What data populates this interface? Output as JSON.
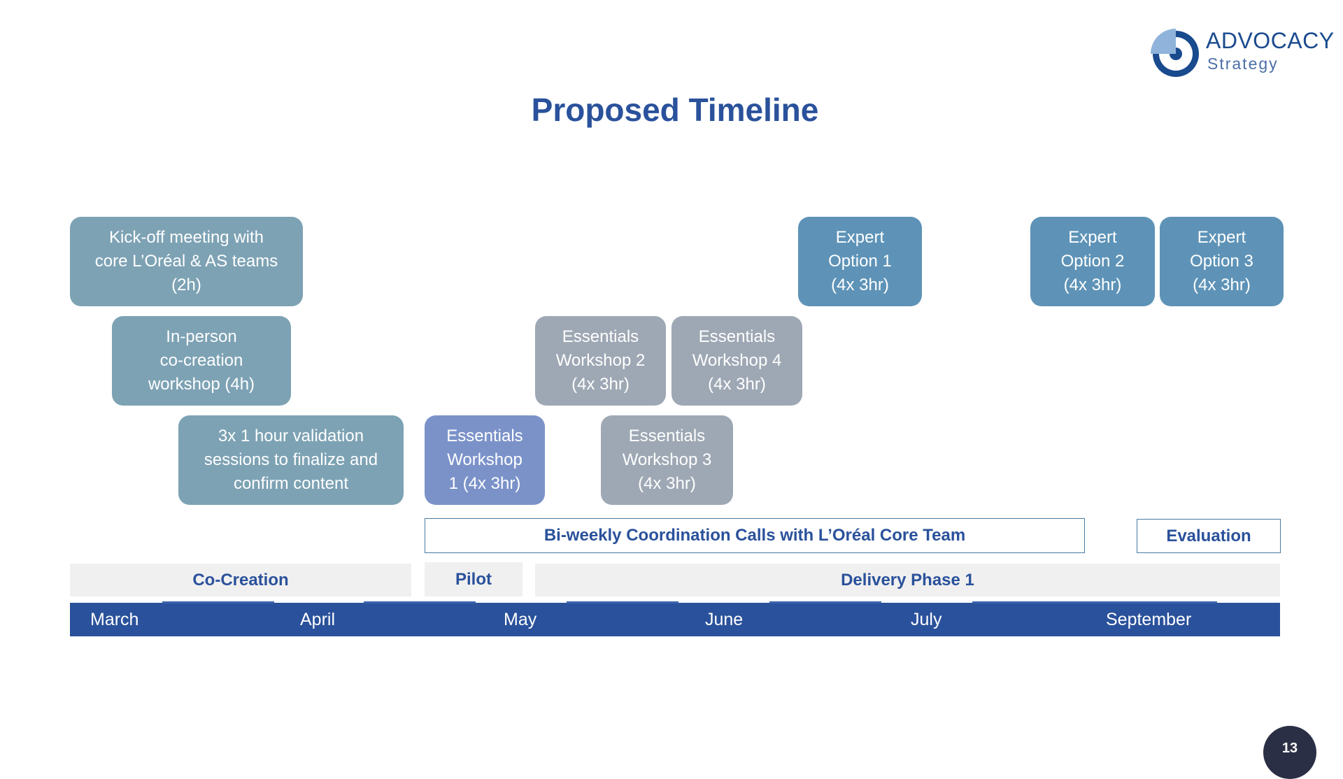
{
  "logo": {
    "title": "ADVOCACY",
    "subtitle": "Strategy"
  },
  "title": "Proposed Timeline",
  "activities": [
    {
      "label": "Kick-off meeting with\ncore L’Oréal & AS teams\n(2h)"
    },
    {
      "label": "In-person\nco-creation\nworkshop (4h)"
    },
    {
      "label": "3x 1 hour validation\nsessions to finalize and\nconfirm content"
    },
    {
      "label": "Essentials\nWorkshop\n1 (4x 3hr)"
    },
    {
      "label": "Essentials\nWorkshop 2\n(4x 3hr)"
    },
    {
      "label": "Essentials\nWorkshop 4\n(4x 3hr)"
    },
    {
      "label": "Essentials\nWorkshop 3\n(4x 3hr)"
    },
    {
      "label": "Expert\nOption 1\n(4x 3hr)"
    },
    {
      "label": "Expert\nOption 2\n(4x 3hr)"
    },
    {
      "label": "Expert\nOption 3\n(4x 3hr)"
    }
  ],
  "bars": {
    "coordination": "Bi-weekly Coordination Calls with L’Oréal Core Team",
    "evaluation": "Evaluation"
  },
  "phases": [
    "Co-Creation",
    "Pilot",
    "Delivery Phase 1"
  ],
  "months": [
    "March",
    "April",
    "May",
    "June",
    "July",
    "September"
  ],
  "page_number": "13",
  "colors": {
    "primary": "#2a519b",
    "teal": "#7da2b4",
    "grey": "#9ea8b4",
    "pilot_blue": "#7b92c9",
    "expert": "#5e93b7"
  }
}
